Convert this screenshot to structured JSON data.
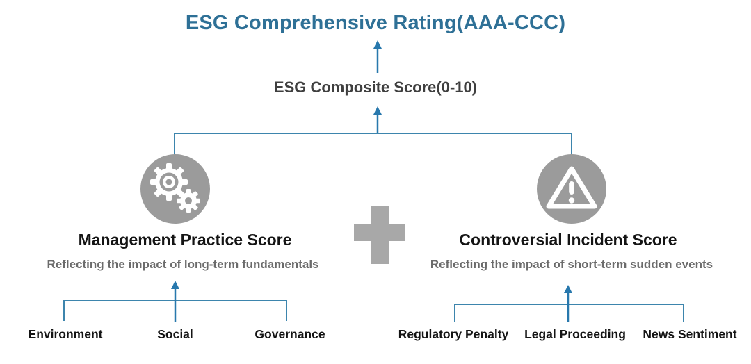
{
  "diagram": {
    "title": "ESG Comprehensive Rating(AAA-CCC)",
    "composite_score": "ESG Composite Score(0-10)",
    "operator": "plus",
    "left_branch": {
      "icon": "gears-icon",
      "heading": "Management Practice Score",
      "subtitle": "Reflecting the impact of long-term fundamentals",
      "children": [
        "Environment",
        "Social",
        "Governance"
      ]
    },
    "right_branch": {
      "icon": "warning-triangle-icon",
      "heading": "Controversial Incident Score",
      "subtitle": "Reflecting the impact of short-term sudden events",
      "children": [
        "Regulatory Penalty",
        "Legal Proceeding",
        "News Sentiment"
      ]
    },
    "colors": {
      "title_blue": "#2e7096",
      "connector_blue": "#3d85ad",
      "arrow_blue": "#2878ad",
      "circle_gray": "#9b9b9b",
      "plus_gray": "#a8a8a8",
      "heading_black": "#141414",
      "subtitle_gray": "#6b6b6b",
      "composite_gray": "#3f3f3f"
    }
  }
}
